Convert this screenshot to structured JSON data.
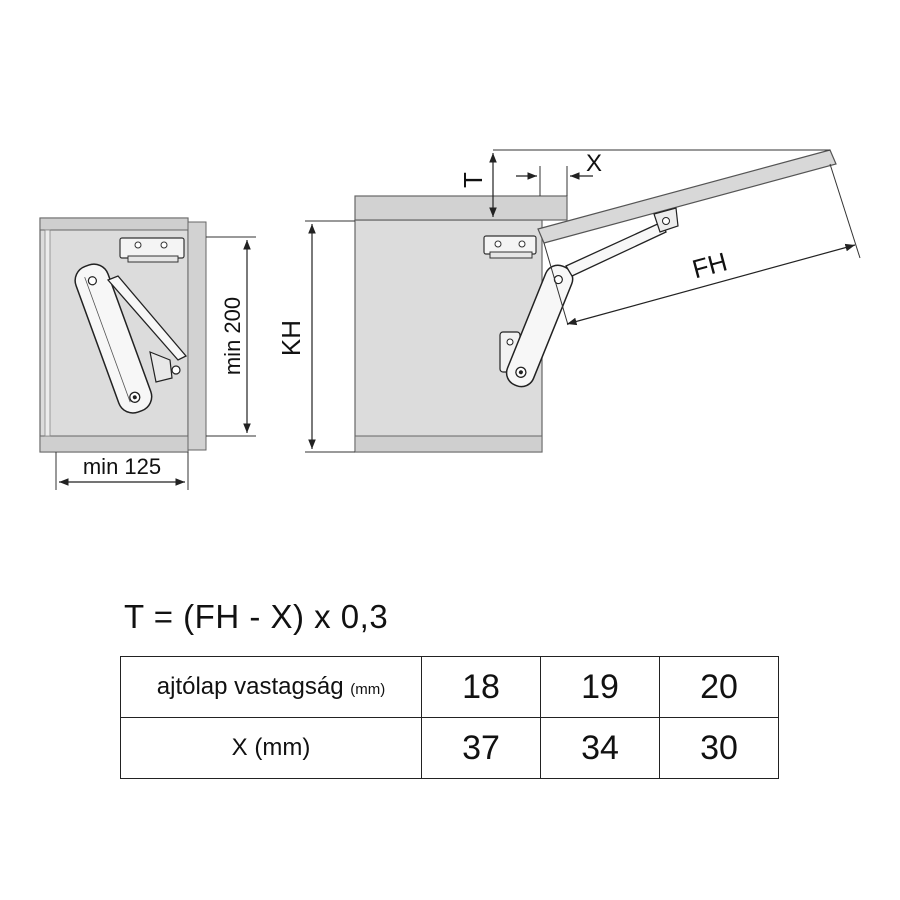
{
  "diagram": {
    "left_cabinet": {
      "width_label": "min 125",
      "height_label": "min 200"
    },
    "right_cabinet": {
      "height_label": "KH",
      "thickness_label": "T",
      "offset_label": "X",
      "flap_label": "FH"
    },
    "colors": {
      "panel_fill": "#dcdcdc",
      "panel_dark": "#cfcfcf",
      "line": "#555555",
      "dim_line": "#222222"
    }
  },
  "formula": "T = (FH - X) x 0,3",
  "table": {
    "rows": [
      {
        "label": "ajtólap vastagság",
        "unit": "(mm)",
        "values": [
          "18",
          "19",
          "20"
        ]
      },
      {
        "label": "X (mm)",
        "unit": "",
        "values": [
          "37",
          "34",
          "30"
        ]
      }
    ]
  }
}
